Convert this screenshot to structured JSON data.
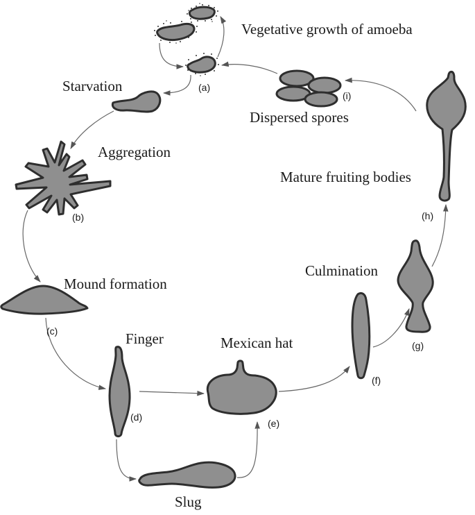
{
  "diagram": {
    "labels": {
      "vegetative": "Vegetative growth of amoeba",
      "starvation": "Starvation",
      "aggregation": "Aggregation",
      "mound": "Mound formation",
      "finger": "Finger",
      "mexican_hat": "Mexican hat",
      "slug": "Slug",
      "culmination": "Culmination",
      "mature": "Mature fruiting bodies",
      "spores": "Dispersed spores"
    },
    "letters": {
      "a": "(a)",
      "b": "(b)",
      "c": "(c)",
      "d": "(d)",
      "e": "(e)",
      "f": "(f)",
      "g": "(g)",
      "h": "(h)",
      "i": "(i)"
    },
    "colors": {
      "cell_fill": "#8f8f8f",
      "cell_stroke": "#2e2e2e",
      "arrow": "#666666"
    }
  }
}
